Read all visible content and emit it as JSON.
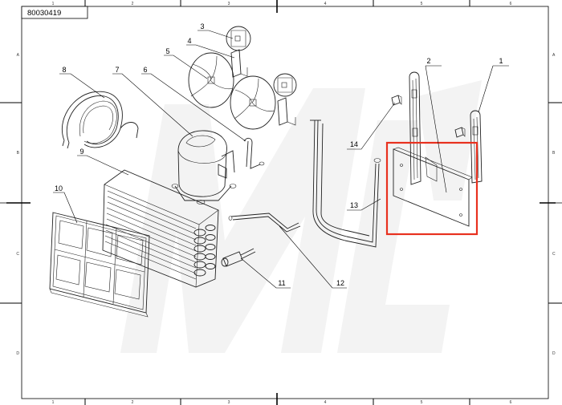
{
  "sheet": {
    "code": "80030419",
    "columns": [
      "1",
      "2",
      "3",
      "4",
      "5",
      "6"
    ],
    "rows": [
      "A",
      "B",
      "C",
      "D"
    ]
  },
  "parts": [
    {
      "number": "1",
      "name": "bracket-right"
    },
    {
      "number": "2",
      "name": "panel"
    },
    {
      "number": "3",
      "name": "fan-motor-a"
    },
    {
      "number": "4",
      "name": "motor-bracket"
    },
    {
      "number": "5",
      "name": "fan-blade"
    },
    {
      "number": "6",
      "name": "pipe-elbow"
    },
    {
      "number": "7",
      "name": "compressor"
    },
    {
      "number": "8",
      "name": "capillary-coil"
    },
    {
      "number": "9",
      "name": "condenser"
    },
    {
      "number": "10",
      "name": "filter-grille"
    },
    {
      "number": "11",
      "name": "drier-filter"
    },
    {
      "number": "12",
      "name": "discharge-pipe"
    },
    {
      "number": "13",
      "name": "loop-pipe"
    },
    {
      "number": "14",
      "name": "clip"
    }
  ],
  "highlight": {
    "part": "2",
    "color": "#e8311f"
  },
  "colors": {
    "line": "#222222",
    "watermark": "#f2f2f2",
    "frame": "#000000"
  }
}
